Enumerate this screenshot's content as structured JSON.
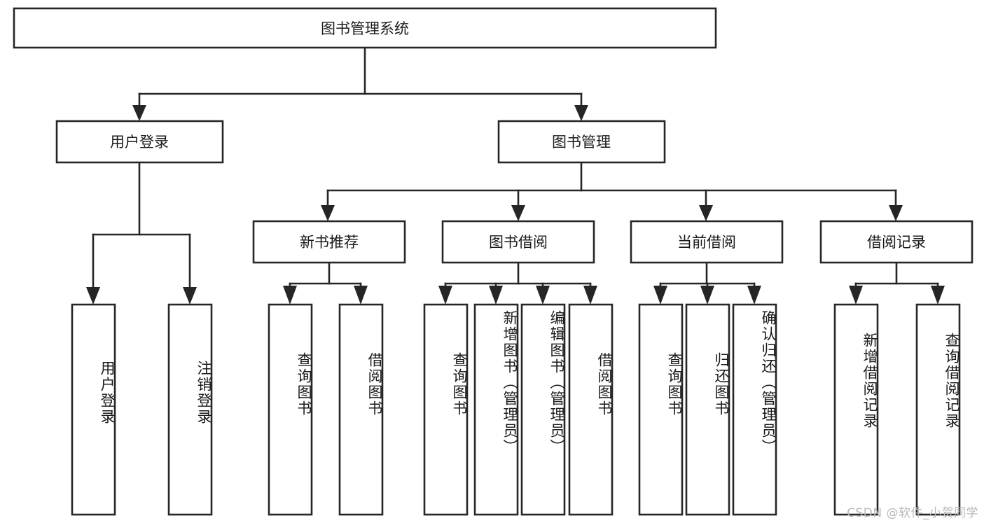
{
  "diagram": {
    "type": "tree-hierarchy",
    "title": "图书管理系统",
    "watermark": "CSDN @软件_小贺同学",
    "colors": {
      "stroke": "#262626",
      "fill": "#ffffff",
      "text": "#1a1a1a",
      "watermark": "#b9b9b9",
      "background": "#ffffff"
    },
    "root": {
      "label": "图书管理系统"
    },
    "level2": [
      {
        "label": "用户登录"
      },
      {
        "label": "图书管理"
      }
    ],
    "level3": [
      {
        "label": "新书推荐"
      },
      {
        "label": "图书借阅"
      },
      {
        "label": "当前借阅"
      },
      {
        "label": "借阅记录"
      }
    ],
    "leaves": {
      "user_login": [
        {
          "label": "用户登录"
        },
        {
          "label": "注销登录"
        }
      ],
      "new_book_recommend": [
        {
          "label": "查询图书"
        },
        {
          "label": "借阅图书"
        }
      ],
      "book_borrow": [
        {
          "label": "查询图书"
        },
        {
          "label": "新增图书（管理员）"
        },
        {
          "label": "编辑图书（管理员）"
        },
        {
          "label": "借阅图书"
        }
      ],
      "current_borrow": [
        {
          "label": "查询图书"
        },
        {
          "label": "归还图书"
        },
        {
          "label": "确认归还（管理员）"
        }
      ],
      "borrow_record": [
        {
          "label": "新增借阅记录"
        },
        {
          "label": "查询借阅记录"
        }
      ]
    }
  }
}
